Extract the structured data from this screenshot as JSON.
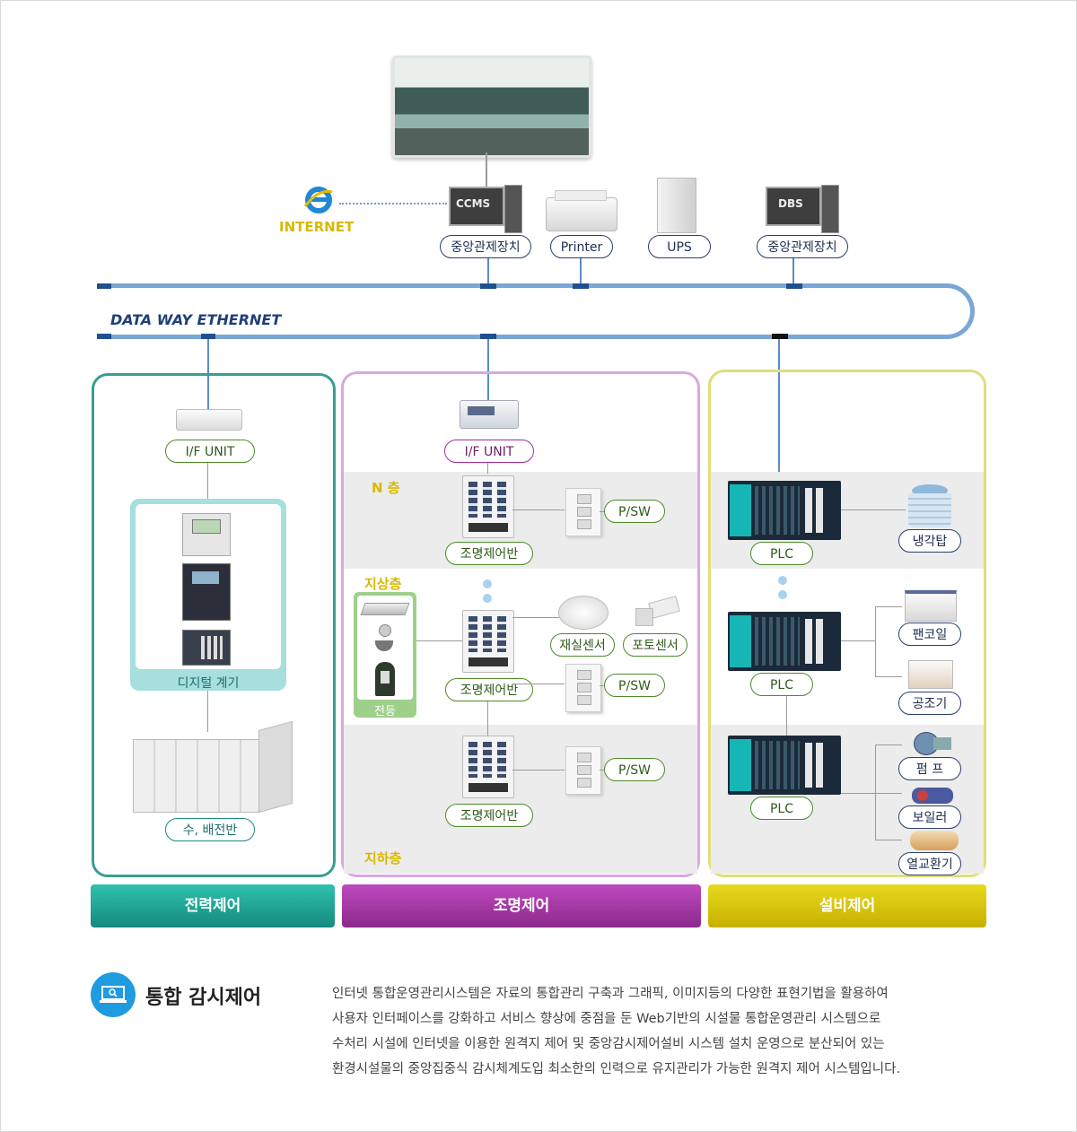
{
  "top": {
    "internet_label": "INTERNET",
    "devices": [
      {
        "screen_text": "CCMS",
        "label": "중앙관제장치"
      },
      {
        "label": "Printer"
      },
      {
        "label": "UPS"
      },
      {
        "screen_text": "DBS",
        "label": "중앙관제장치"
      }
    ]
  },
  "network": {
    "label": "DATA WAY ETHERNET"
  },
  "power": {
    "if_unit": "I/F UNIT",
    "digital_meter": "디지털 계기",
    "switchboard": "수, 배전반",
    "category": "전력제어",
    "color": "#1c9a8c"
  },
  "lighting": {
    "if_unit": "I/F UNIT",
    "floors": [
      "N 층",
      "지상층",
      "지하층"
    ],
    "panel_label": "조명제어반",
    "psw_label": "P/SW",
    "occupancy_sensor": "재실센서",
    "photo_sensor": "포토센서",
    "lamp_label": "전등",
    "category": "조명제어",
    "color": "#a33aa3"
  },
  "facility": {
    "plc_label": "PLC",
    "equipment": [
      "냉각탑",
      "팬코일",
      "공조기",
      "펌 프",
      "보일러",
      "열교환기"
    ],
    "category": "설비제어",
    "color": "#d7c400"
  },
  "summary": {
    "icon": "monitor-search-icon",
    "title": "통합 감시제어",
    "lines": [
      "인터넷 통합운영관리시스템은 자료의 통합관리 구축과 그래픽, 이미지등의 다양한 표현기법을 활용하여",
      "사용자 인터페이스를 강화하고 서비스 향상에 중점을 둔 Web기반의 시설물 통합운영관리 시스템으로",
      "수처리 시설에 인터넷을 이용한 원격지 제어 및 중앙감시제어설비 시스템 설치 운영으로 분산되어 있는",
      "환경시설물의 중앙집중식 감시체계도입 최소한의 인력으로 유지관리가 가능한 원격지 제어 시스템입니다."
    ]
  }
}
